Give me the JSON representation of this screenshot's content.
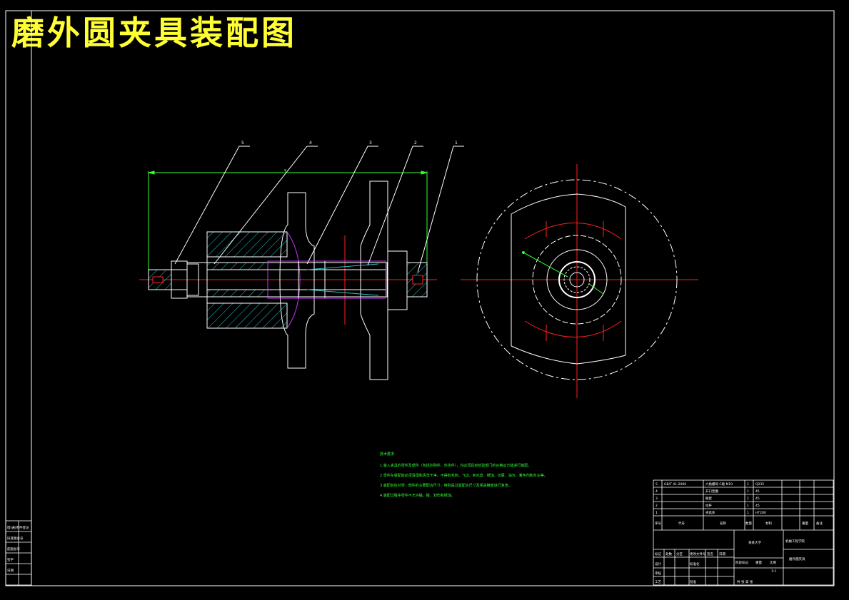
{
  "title": "磨外圆夹具装配图",
  "balloons": [
    "5",
    "4",
    "3",
    "2",
    "1"
  ],
  "dimension_label": "φ",
  "tech_requirements": {
    "heading": "技术要求",
    "lines": [
      "1.装入夹具的零件及部件（包括外购件、外协件），均必须具有检验部门的合格证方能进行装配。",
      "2.零件在装配前必须清理和清洗干净，不得有毛刺、飞边、氧化皮、锈蚀、切屑、油污、着色剂和灰尘等。",
      "3.装配前应对零、部件的主要配合尺寸，特别是过盈配合尺寸及相关精度进行复查。",
      "4.装配过程中零件不允许磕、碰、划伤和锈蚀。"
    ]
  },
  "parts_list": [
    {
      "no": "5",
      "code": "GB/T 41-2000",
      "name": "六角螺母 C级 M10",
      "qty": "1",
      "material": "Q235"
    },
    {
      "no": "4",
      "code": "",
      "name": "开口垫圈",
      "qty": "1",
      "material": "45"
    },
    {
      "no": "3",
      "code": "",
      "name": "胀套",
      "qty": "1",
      "material": "45"
    },
    {
      "no": "2",
      "code": "",
      "name": "拉杆",
      "qty": "1",
      "material": "45"
    },
    {
      "no": "1",
      "code": "",
      "name": "夹具体",
      "qty": "1",
      "material": "HT200"
    }
  ],
  "parts_header": [
    "序号",
    "代号",
    "名称",
    "数量",
    "材料",
    "重量",
    "备注"
  ],
  "title_block": {
    "school": "某某大学",
    "drawing_name": "磨外圆夹具",
    "company": "机械工程学院",
    "labels_left": [
      "标记",
      "处数",
      "分区",
      "更改文件号",
      "签名",
      "日期"
    ],
    "labels_rows": [
      "设计",
      "审核",
      "工艺"
    ],
    "standard": "标准化",
    "approve": "批准",
    "stage_labels": [
      "阶段标记",
      "重量",
      "比例"
    ],
    "scale": "1:1",
    "sheet": "共 张  第 张"
  },
  "side_stamp": {
    "rows": [
      "借(通)用件登记",
      "旧底图总号",
      "底图总号",
      "签字",
      "日期"
    ]
  },
  "colors": {
    "title": "#ffff33",
    "frame": "#ffffff",
    "center": "#ff2020",
    "hatch": "#26c6c6",
    "dimension": "#33ff33",
    "magenta": "#cc33ff"
  }
}
